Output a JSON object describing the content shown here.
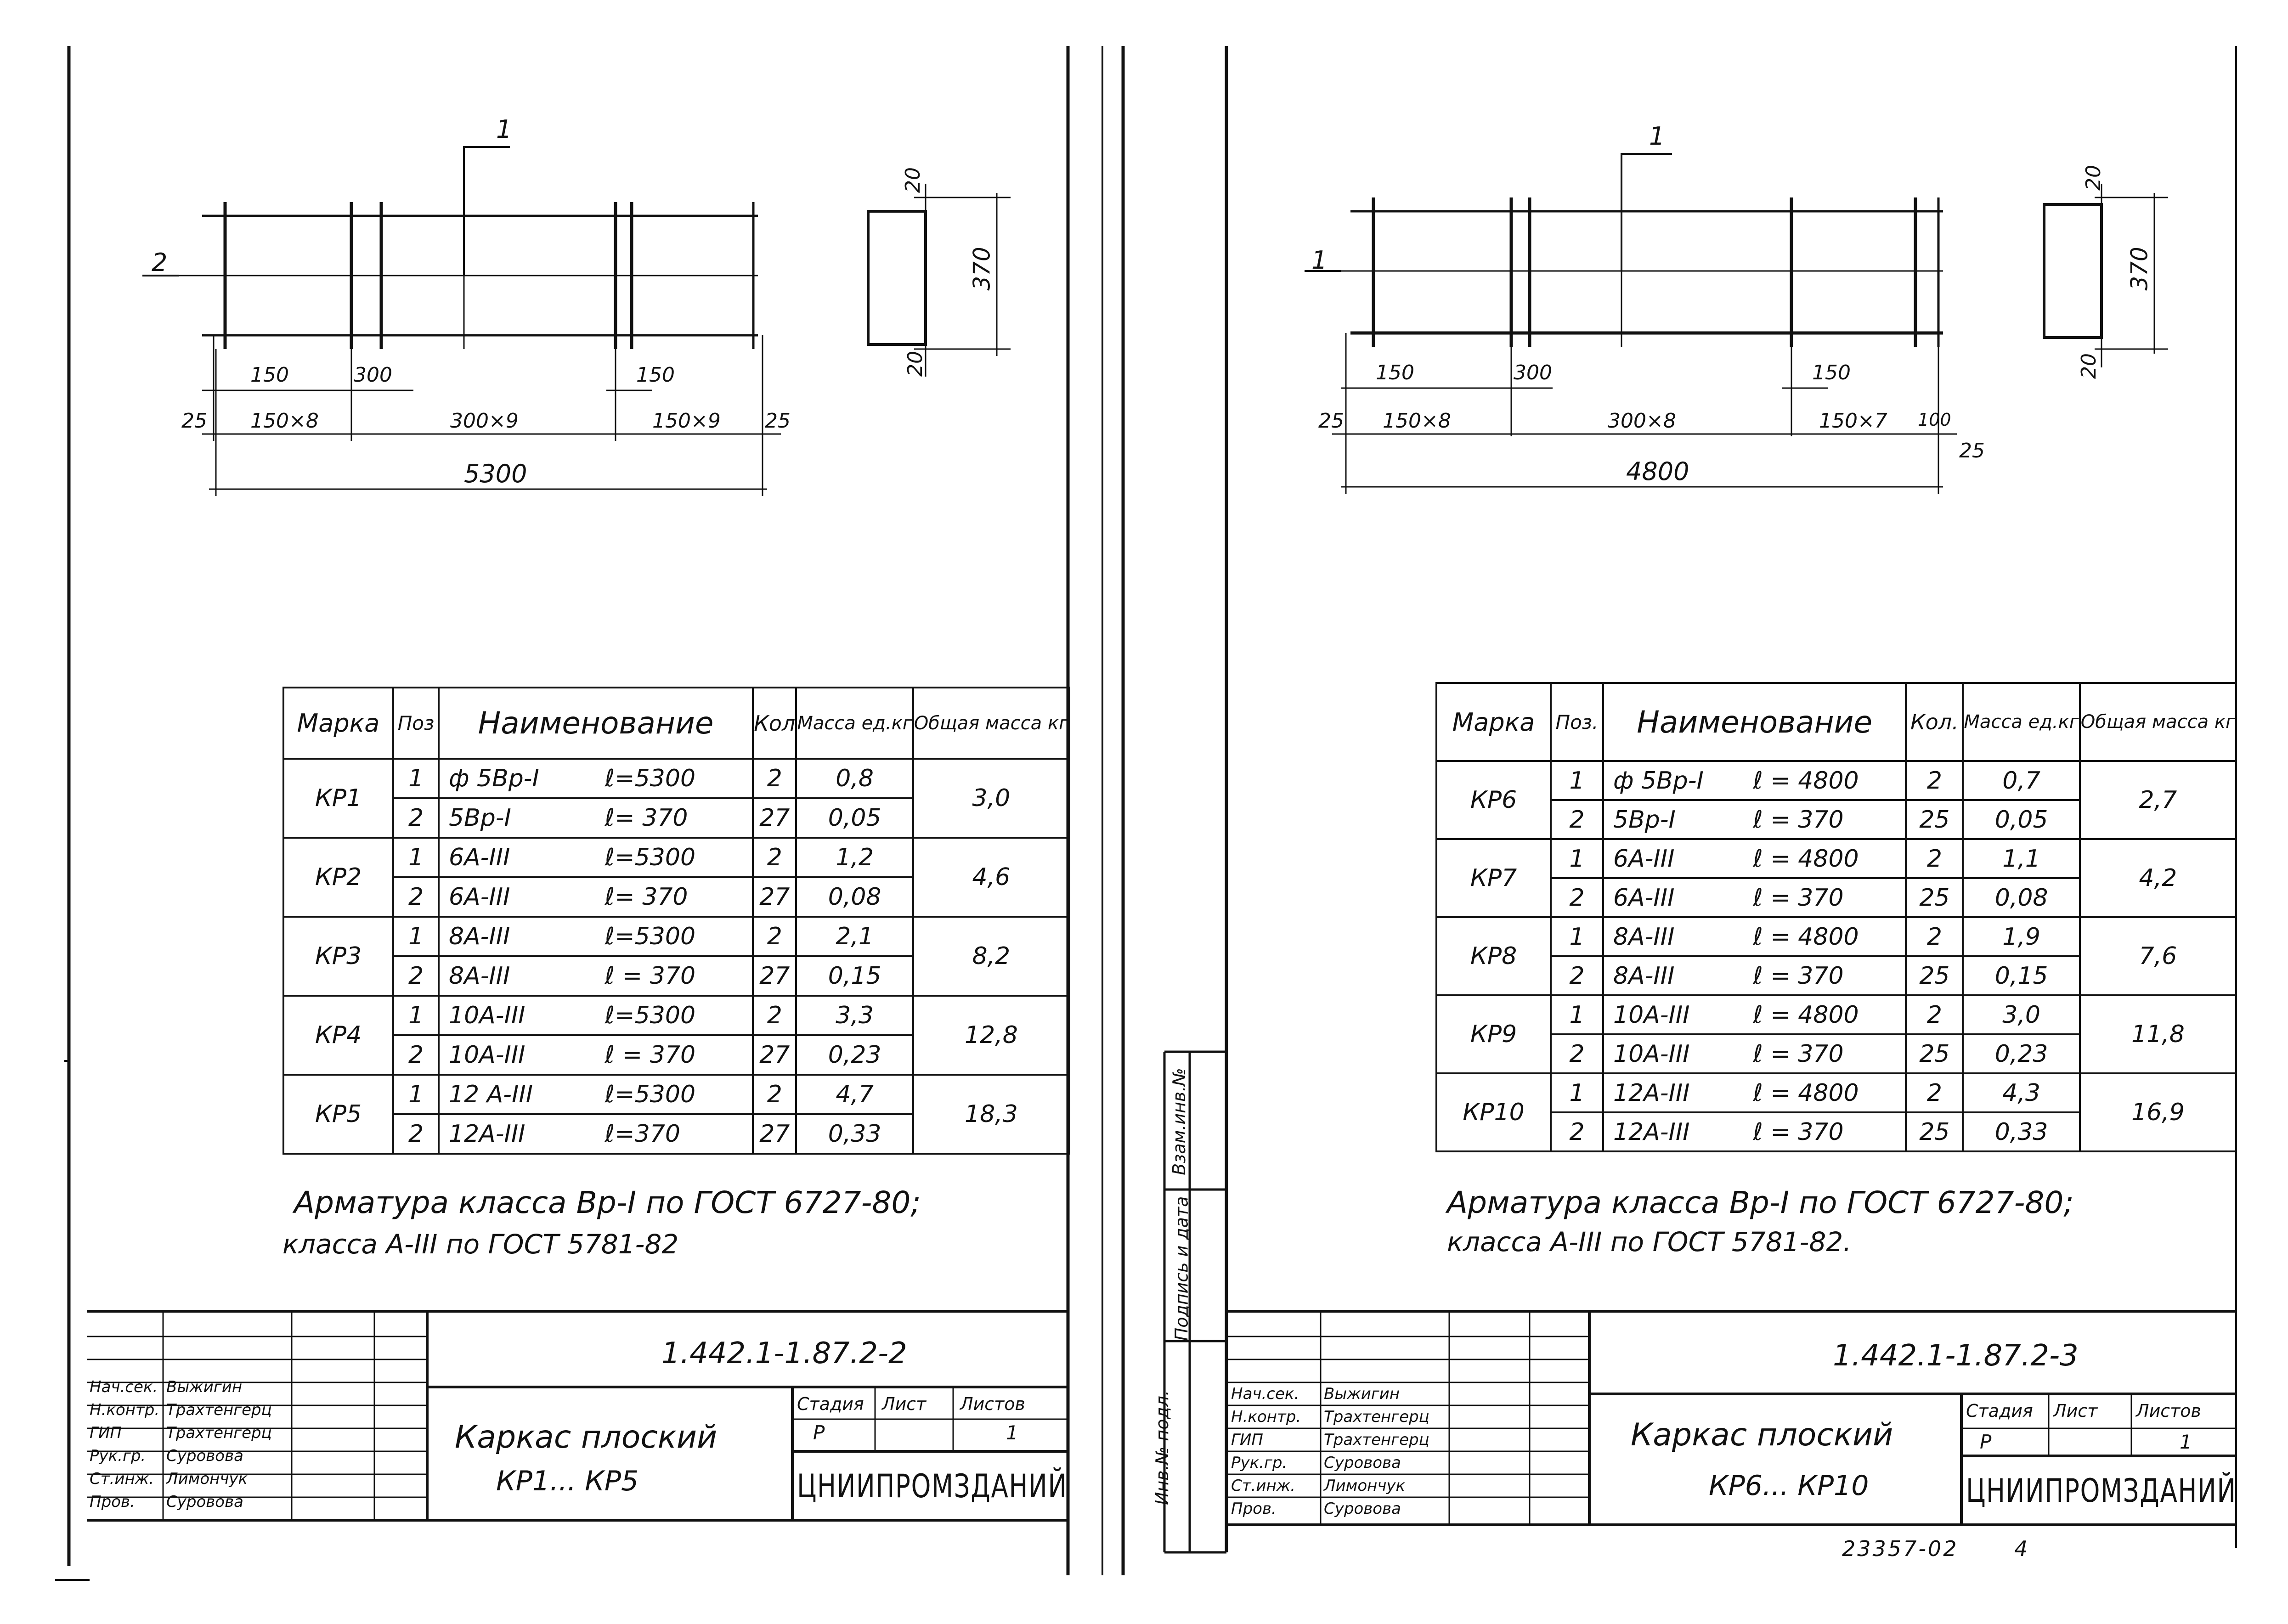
{
  "left_sheet": {
    "drawing": {
      "pos_label_top": "1",
      "pos_label_left": "2",
      "dim_20_top": "20",
      "dim_20_bottom": "20",
      "dim_370": "370",
      "spacing_labels": [
        "150",
        "300",
        "150"
      ],
      "chain": [
        "25",
        "150×8",
        "300×9",
        "150×9",
        "25"
      ],
      "total": "5300"
    },
    "table": {
      "headers": [
        "Марка",
        "Поз",
        "Наименование",
        "Кол",
        "Масса ед.кг",
        "Общая масса кг"
      ],
      "rows": [
        {
          "mark": "КР1",
          "items": [
            {
              "pos": "1",
              "name": "ф 5Вр-I",
              "len": "ℓ=5300",
              "qty": "2",
              "unit": "0,8"
            },
            {
              "pos": "2",
              "name": "5Вр-I",
              "len": "ℓ= 370",
              "qty": "27",
              "unit": "0,05"
            }
          ],
          "total": "3,0"
        },
        {
          "mark": "КР2",
          "items": [
            {
              "pos": "1",
              "name": "6А-III",
              "len": "ℓ=5300",
              "qty": "2",
              "unit": "1,2"
            },
            {
              "pos": "2",
              "name": "6А-III",
              "len": "ℓ= 370",
              "qty": "27",
              "unit": "0,08"
            }
          ],
          "total": "4,6"
        },
        {
          "mark": "КР3",
          "items": [
            {
              "pos": "1",
              "name": "8А-III",
              "len": "ℓ=5300",
              "qty": "2",
              "unit": "2,1"
            },
            {
              "pos": "2",
              "name": "8А-III",
              "len": "ℓ = 370",
              "qty": "27",
              "unit": "0,15"
            }
          ],
          "total": "8,2"
        },
        {
          "mark": "КР4",
          "items": [
            {
              "pos": "1",
              "name": "10А-III",
              "len": "ℓ=5300",
              "qty": "2",
              "unit": "3,3"
            },
            {
              "pos": "2",
              "name": "10А-III",
              "len": "ℓ = 370",
              "qty": "27",
              "unit": "0,23"
            }
          ],
          "total": "12,8"
        },
        {
          "mark": "КР5",
          "items": [
            {
              "pos": "1",
              "name": "12 А-III",
              "len": "ℓ=5300",
              "qty": "2",
              "unit": "4,7"
            },
            {
              "pos": "2",
              "name": "12А-III",
              "len": "ℓ=370",
              "qty": "27",
              "unit": "0,33"
            }
          ],
          "total": "18,3"
        }
      ]
    },
    "note_line1": "Арматура класса Вр-I по ГОСТ 6727-80;",
    "note_line2": "класса А-III по ГОСТ 5781-82",
    "stamp": {
      "code": "1.442.1-1.87.2-2",
      "title1": "Каркас плоский",
      "title2": "КР1... КР5",
      "stage_h": "Стадия",
      "sheet_h": "Лист",
      "sheets_h": "Листов",
      "stage": "Р",
      "sheet": "1",
      "org": "ЦНИИПРОМЗДАНИЙ",
      "roles": [
        "Нач.сек.",
        "Н.контр.",
        "ГИП",
        "Рук.гр.",
        "Ст.инж.",
        "Пров."
      ],
      "names": [
        "Выжигин",
        "Трахтенгерц",
        "Трахтенгерц",
        "Суровова",
        "Лимончук",
        "Суровова"
      ]
    }
  },
  "right_sheet": {
    "drawing": {
      "pos_label_top": "1",
      "pos_label_left": "1",
      "dim_20_top": "20",
      "dim_20_bottom": "20",
      "dim_370": "370",
      "spacing_labels": [
        "150",
        "300",
        "150"
      ],
      "chain": [
        "25",
        "150×8",
        "300×8",
        "150×7",
        "100",
        "25"
      ],
      "total": "4800"
    },
    "table": {
      "headers": [
        "Марка",
        "Поз.",
        "Наименование",
        "Кол.",
        "Масса ед.кг",
        "Общая масса кг"
      ],
      "rows": [
        {
          "mark": "КР6",
          "items": [
            {
              "pos": "1",
              "name": "ф 5Вр-I",
              "len": "ℓ = 4800",
              "qty": "2",
              "unit": "0,7"
            },
            {
              "pos": "2",
              "name": "5Вр-I",
              "len": "ℓ = 370",
              "qty": "25",
              "unit": "0,05"
            }
          ],
          "total": "2,7"
        },
        {
          "mark": "КР7",
          "items": [
            {
              "pos": "1",
              "name": "6А-III",
              "len": "ℓ = 4800",
              "qty": "2",
              "unit": "1,1"
            },
            {
              "pos": "2",
              "name": "6А-III",
              "len": "ℓ = 370",
              "qty": "25",
              "unit": "0,08"
            }
          ],
          "total": "4,2"
        },
        {
          "mark": "КР8",
          "items": [
            {
              "pos": "1",
              "name": "8А-III",
              "len": "ℓ = 4800",
              "qty": "2",
              "unit": "1,9"
            },
            {
              "pos": "2",
              "name": "8А-III",
              "len": "ℓ = 370",
              "qty": "25",
              "unit": "0,15"
            }
          ],
          "total": "7,6"
        },
        {
          "mark": "КР9",
          "items": [
            {
              "pos": "1",
              "name": "10А-III",
              "len": "ℓ = 4800",
              "qty": "2",
              "unit": "3,0"
            },
            {
              "pos": "2",
              "name": "10А-III",
              "len": "ℓ = 370",
              "qty": "25",
              "unit": "0,23"
            }
          ],
          "total": "11,8"
        },
        {
          "mark": "КР10",
          "items": [
            {
              "pos": "1",
              "name": "12А-III",
              "len": "ℓ = 4800",
              "qty": "2",
              "unit": "4,3"
            },
            {
              "pos": "2",
              "name": "12А-III",
              "len": "ℓ = 370",
              "qty": "25",
              "unit": "0,33"
            }
          ],
          "total": "16,9"
        }
      ]
    },
    "note_line1": "Арматура класса Вр-I по ГОСТ 6727-80;",
    "note_line2": "класса А-III по ГОСТ 5781-82.",
    "stamp": {
      "code": "1.442.1-1.87.2-3",
      "title1": "Каркас плоский",
      "title2": "КР6... КР10",
      "stage_h": "Стадия",
      "sheet_h": "Лист",
      "sheets_h": "Листов",
      "stage": "Р",
      "sheet": "1",
      "org": "ЦНИИПРОМЗДАНИЙ",
      "roles": [
        "Нач.сек.",
        "Н.контр.",
        "ГИП",
        "Рук.гр.",
        "Ст.инж.",
        "Пров."
      ],
      "names": [
        "Выжигин",
        "Трахтенгерц",
        "Трахтенгерц",
        "Суровова",
        "Лимончук",
        "Суровова"
      ]
    },
    "side_labels": [
      "Инв.№ подл.",
      "Подпись и дата",
      "Взам.инв.№"
    ],
    "bottom_number": "23357-02",
    "bottom_page": "4"
  }
}
